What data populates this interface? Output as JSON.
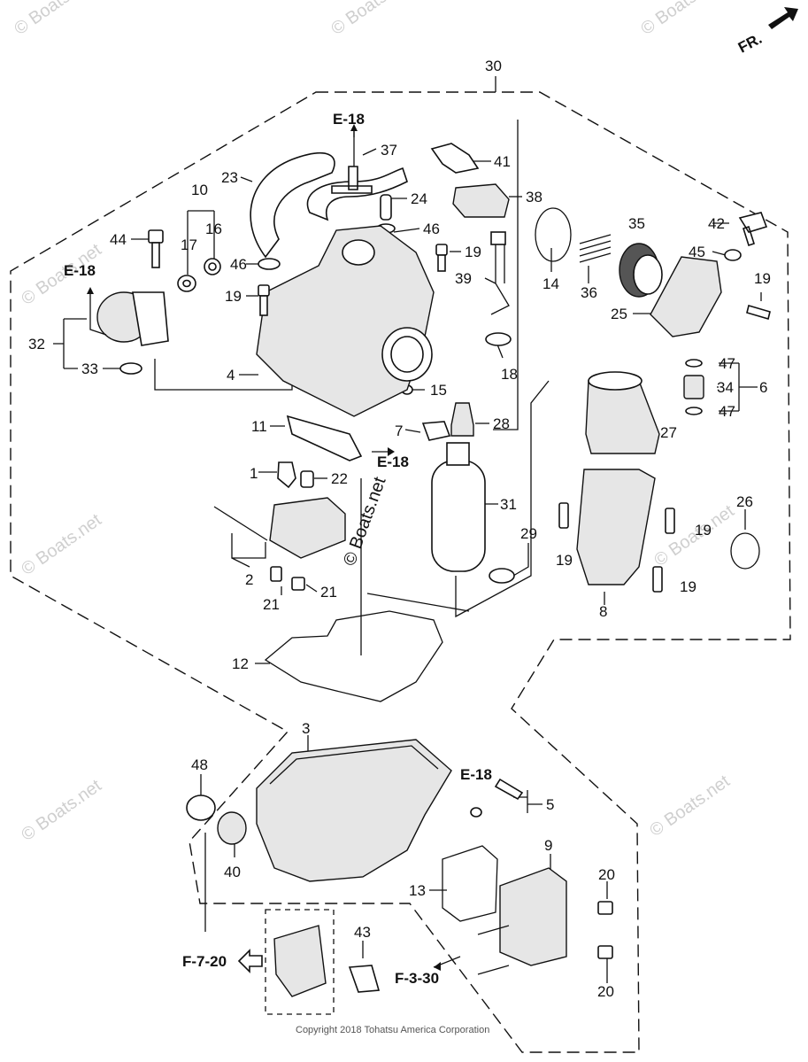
{
  "diagram": {
    "direction_label": "FR.",
    "assembly_number": "30",
    "part_callouts": [
      "37",
      "41",
      "38",
      "23",
      "24",
      "10",
      "17",
      "16",
      "44",
      "46",
      "19",
      "35",
      "42",
      "45",
      "14",
      "36",
      "25",
      "39",
      "32",
      "33",
      "4",
      "15",
      "18",
      "47",
      "34",
      "6",
      "11",
      "7",
      "28",
      "27",
      "1",
      "22",
      "31",
      "26",
      "2",
      "21",
      "29",
      "8",
      "12",
      "3",
      "48",
      "5",
      "40",
      "9",
      "20",
      "13",
      "43"
    ],
    "reference_labels": [
      "E-18",
      "E-18",
      "E-18",
      "E-18",
      "F-7-20",
      "F-3-30"
    ],
    "watermark": "© Boats.net",
    "copyright": "Copyright 2018 Tohatsu America Corporation"
  }
}
